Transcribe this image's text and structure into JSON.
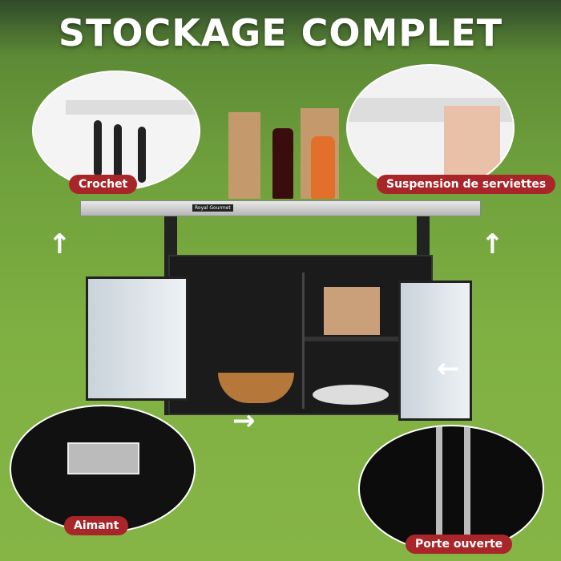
{
  "title": "STOCKAGE COMPLET",
  "callouts": {
    "hook": "Crochet",
    "towel": "Suspension de serviettes",
    "magnet": "Aimant",
    "door": "Porte ouverte"
  },
  "brand": "Royal Gourmet",
  "colors": {
    "label_bg": "#a8262a",
    "grass": "#7fb042"
  }
}
